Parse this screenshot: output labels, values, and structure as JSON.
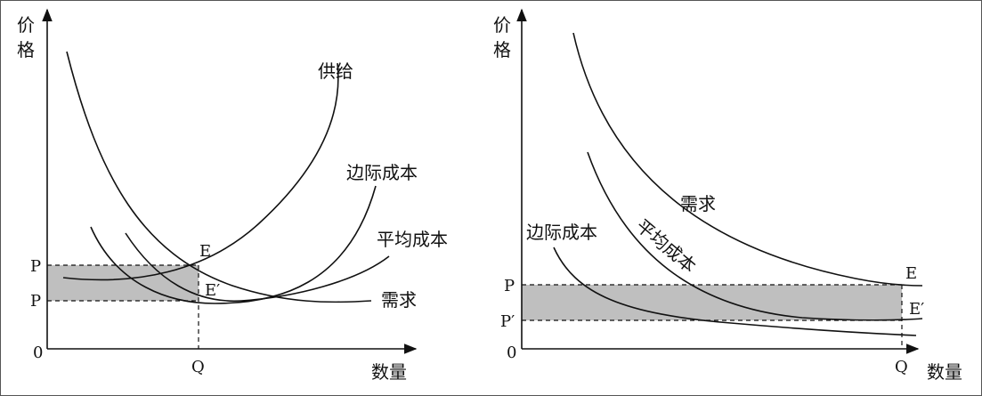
{
  "left_panel": {
    "y_axis_label": [
      "价",
      "格"
    ],
    "x_axis_label": "数量",
    "origin": "0",
    "price_top": "P",
    "price_bottom": "P",
    "quantity": "Q",
    "point_e": "E",
    "point_e_prime": "E′",
    "curves": {
      "supply": "供给",
      "marginal_cost": "边际成本",
      "average_cost": "平均成本",
      "demand": "需求"
    }
  },
  "right_panel": {
    "y_axis_label": [
      "价",
      "格"
    ],
    "x_axis_label": "数量",
    "origin": "0",
    "price_top": "P",
    "price_bottom": "P′",
    "quantity": "Q",
    "point_e": "E",
    "point_e_prime": "E′",
    "curves": {
      "demand": "需求",
      "average_cost": "平均成本",
      "marginal_cost": "边际成本"
    }
  },
  "colors": {
    "line": "#111111",
    "shaded_area": "#bfbfbf",
    "border": "#555555"
  }
}
